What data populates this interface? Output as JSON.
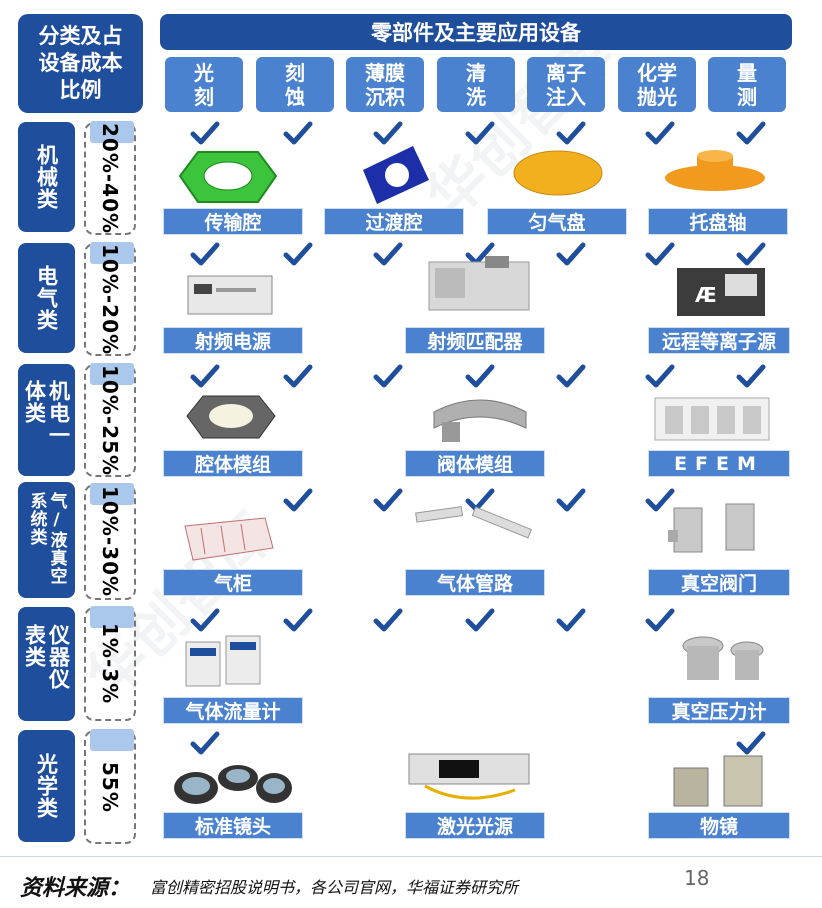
{
  "header": {
    "corner": "分类及占\n设备成本\n比例",
    "main": "零部件及主要应用设备"
  },
  "equipment": [
    "光\n刻",
    "刻\n蚀",
    "薄膜\n沉积",
    "清\n洗",
    "离子\n注入",
    "化学\n抛光",
    "量\n测"
  ],
  "categories": [
    {
      "name": "机械类",
      "share": "20%-40%",
      "checks": [
        0,
        1,
        2,
        3,
        4,
        5,
        6
      ],
      "components": [
        {
          "label": "传输腔",
          "image": "hexagonal-transfer-chamber-image"
        },
        {
          "label": "过渡腔",
          "image": "transition-chamber-image"
        },
        {
          "label": "匀气盘",
          "image": "gas-distribution-disk-image"
        },
        {
          "label": "托盘轴",
          "image": "tray-shaft-image"
        }
      ]
    },
    {
      "name": "电气类",
      "share": "10%-20%",
      "checks": [
        0,
        1,
        2,
        3,
        4,
        5,
        6
      ],
      "components": [
        {
          "label": "射频电源",
          "image": "rf-power-supply-image"
        },
        {
          "label": "射频匹配器",
          "image": "rf-matcher-image"
        },
        {
          "label": "远程等离子源",
          "image": "remote-plasma-source-image"
        }
      ]
    },
    {
      "name": "机电一体类",
      "share": "10%-25%",
      "checks": [
        0,
        1,
        2,
        3,
        4,
        5,
        6
      ],
      "components": [
        {
          "label": "腔体模组",
          "image": "chamber-module-image"
        },
        {
          "label": "阀体模组",
          "image": "valve-module-image"
        },
        {
          "label": "EFEM",
          "image": "efem-image"
        }
      ]
    },
    {
      "name": "气/液真空系统类",
      "share": "10%-30%",
      "checks": [
        1,
        2,
        3,
        4,
        5
      ],
      "components": [
        {
          "label": "气柜",
          "image": "gas-cabinet-image"
        },
        {
          "label": "气体管路",
          "image": "gas-line-image"
        },
        {
          "label": "真空阀门",
          "image": "vacuum-valve-image"
        }
      ]
    },
    {
      "name": "仪器仪表类",
      "share": "1%-3%",
      "checks": [
        0,
        1,
        2,
        3,
        4,
        5
      ],
      "components": [
        {
          "label": "气体流量计",
          "image": "mass-flow-controller-image"
        },
        {
          "label": "真空压力计",
          "image": "vacuum-gauge-image"
        }
      ]
    },
    {
      "name": "光学类",
      "share": "55%",
      "checks": [
        0,
        6
      ],
      "components": [
        {
          "label": "标准镜头",
          "image": "standard-lens-image"
        },
        {
          "label": "激光光源",
          "image": "laser-source-image"
        },
        {
          "label": "物镜",
          "image": "objective-lens-image"
        }
      ]
    }
  ],
  "footer": {
    "source_label": "资料来源：",
    "source_text": "富创精密招股说明书，各公司官网，华福证券研究所",
    "page": "18"
  },
  "colors": {
    "dark_blue": "#1f4e9c",
    "mid_blue": "#4a82cf",
    "share_tag": "#a9c8eb"
  }
}
